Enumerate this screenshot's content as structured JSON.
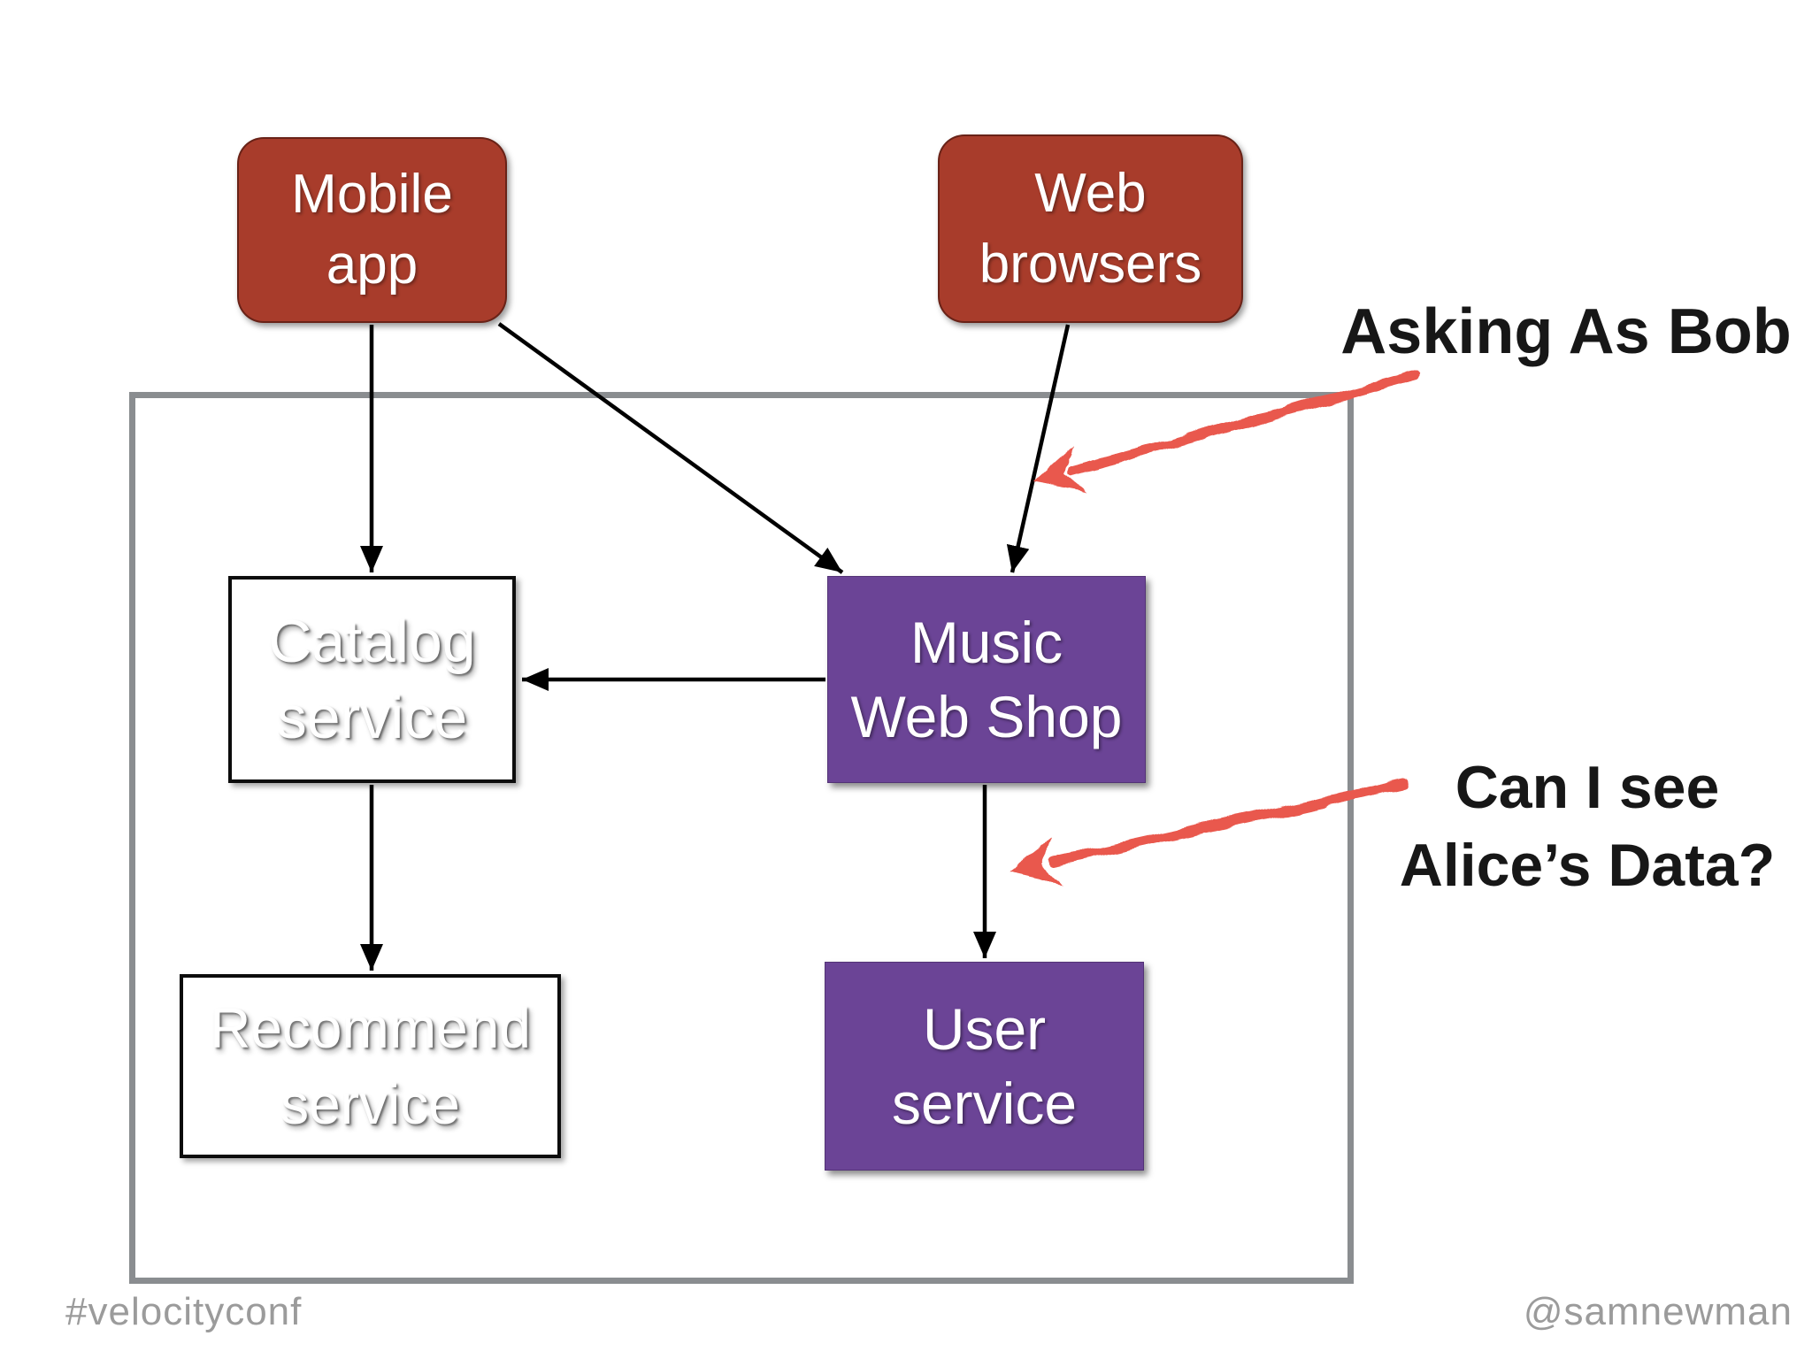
{
  "page": {
    "background": "#ffffff"
  },
  "container": {
    "border_color": "#8a8d90"
  },
  "nodes": {
    "mobile_app": {
      "label": "Mobile\napp",
      "bg": "#a83c2b"
    },
    "web_browsers": {
      "label": "Web\nbrowsers",
      "bg": "#a83c2b"
    },
    "catalog_service": {
      "label": "Catalog\nservice",
      "bg": "#ffffff"
    },
    "music_web_shop": {
      "label": "Music\nWeb Shop",
      "bg": "#6b4496"
    },
    "recommend_service": {
      "label": "Recommend\nservice",
      "bg": "#ffffff"
    },
    "user_service": {
      "label": "User\nservice",
      "bg": "#6b4496"
    }
  },
  "annotations": {
    "asking_as_bob": {
      "text": "Asking As Bob"
    },
    "alices_data": {
      "text": "Can I see\nAlice’s Data?"
    },
    "ink_color": "#e9584e"
  },
  "edges": {
    "mobile_to_catalog": "Mobile app → Catalog service",
    "mobile_to_music": "Mobile app → Music Web Shop",
    "browsers_to_music": "Web browsers → Music Web Shop",
    "music_to_catalog": "Music Web Shop → Catalog service",
    "catalog_to_recommend": "Catalog service → Recommend service",
    "music_to_user": "Music Web Shop → User service"
  },
  "footer": {
    "left": "#velocityconf",
    "right": "@samnewman",
    "color": "#9b9b9b"
  }
}
